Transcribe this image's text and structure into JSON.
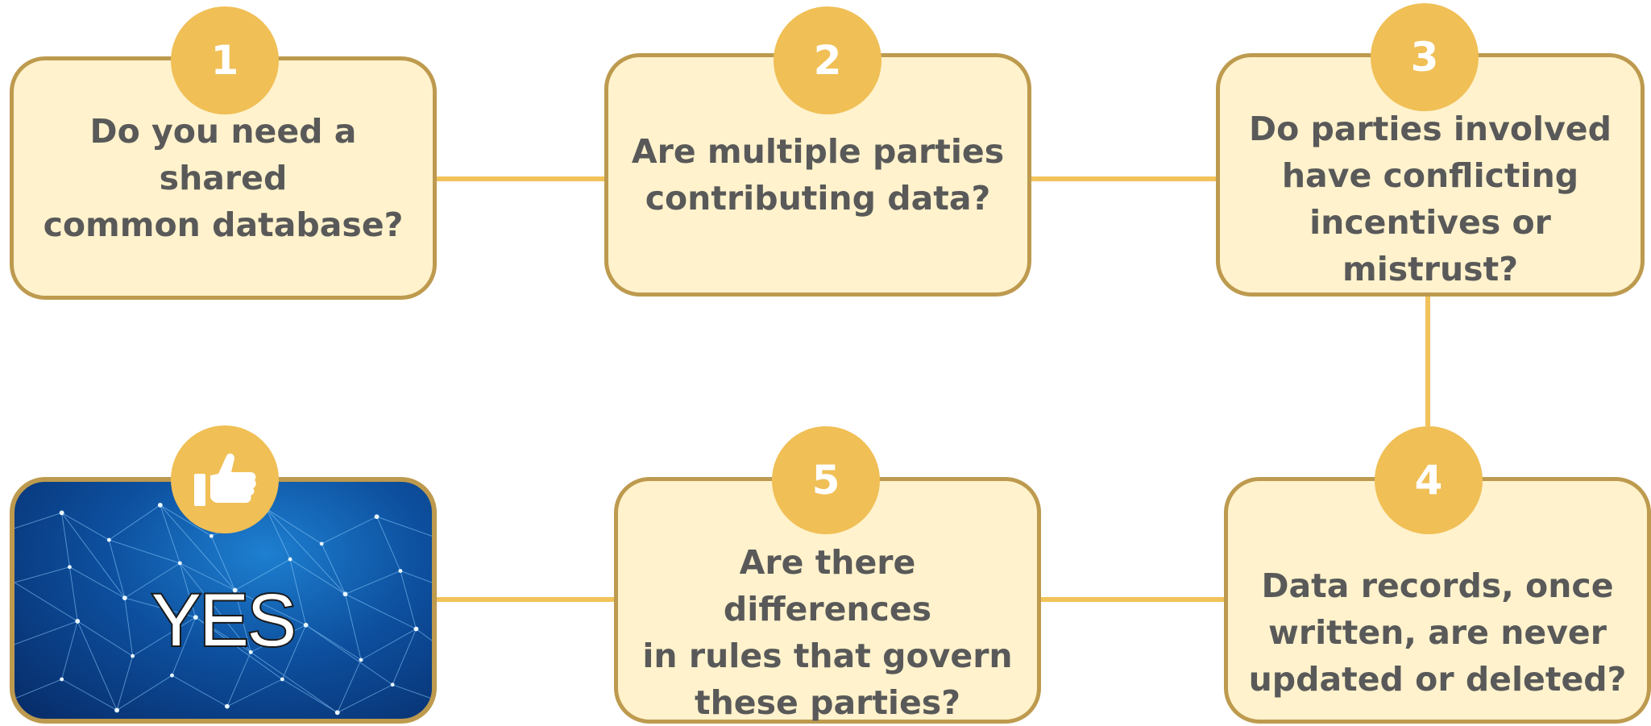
{
  "steps": [
    {
      "number": "1",
      "question": "Do you need a shared\ncommon database?"
    },
    {
      "number": "2",
      "question": "Are multiple parties\ncontributing data?"
    },
    {
      "number": "3",
      "question": "Do parties involved\nhave conflicting\nincentives or mistrust?"
    },
    {
      "number": "4",
      "question": "Data records, once\nwritten, are never\nupdated or deleted?"
    },
    {
      "number": "5",
      "question": "Are there differences\nin rules that govern\nthese parties?"
    }
  ],
  "result": {
    "label": "YES",
    "icon": "thumbs-up-icon"
  },
  "colors": {
    "box_fill": "#fff2cc",
    "box_border": "#bd9a4e",
    "badge": "#f0bf55",
    "connector": "#f1c35a",
    "text": "#595959"
  }
}
